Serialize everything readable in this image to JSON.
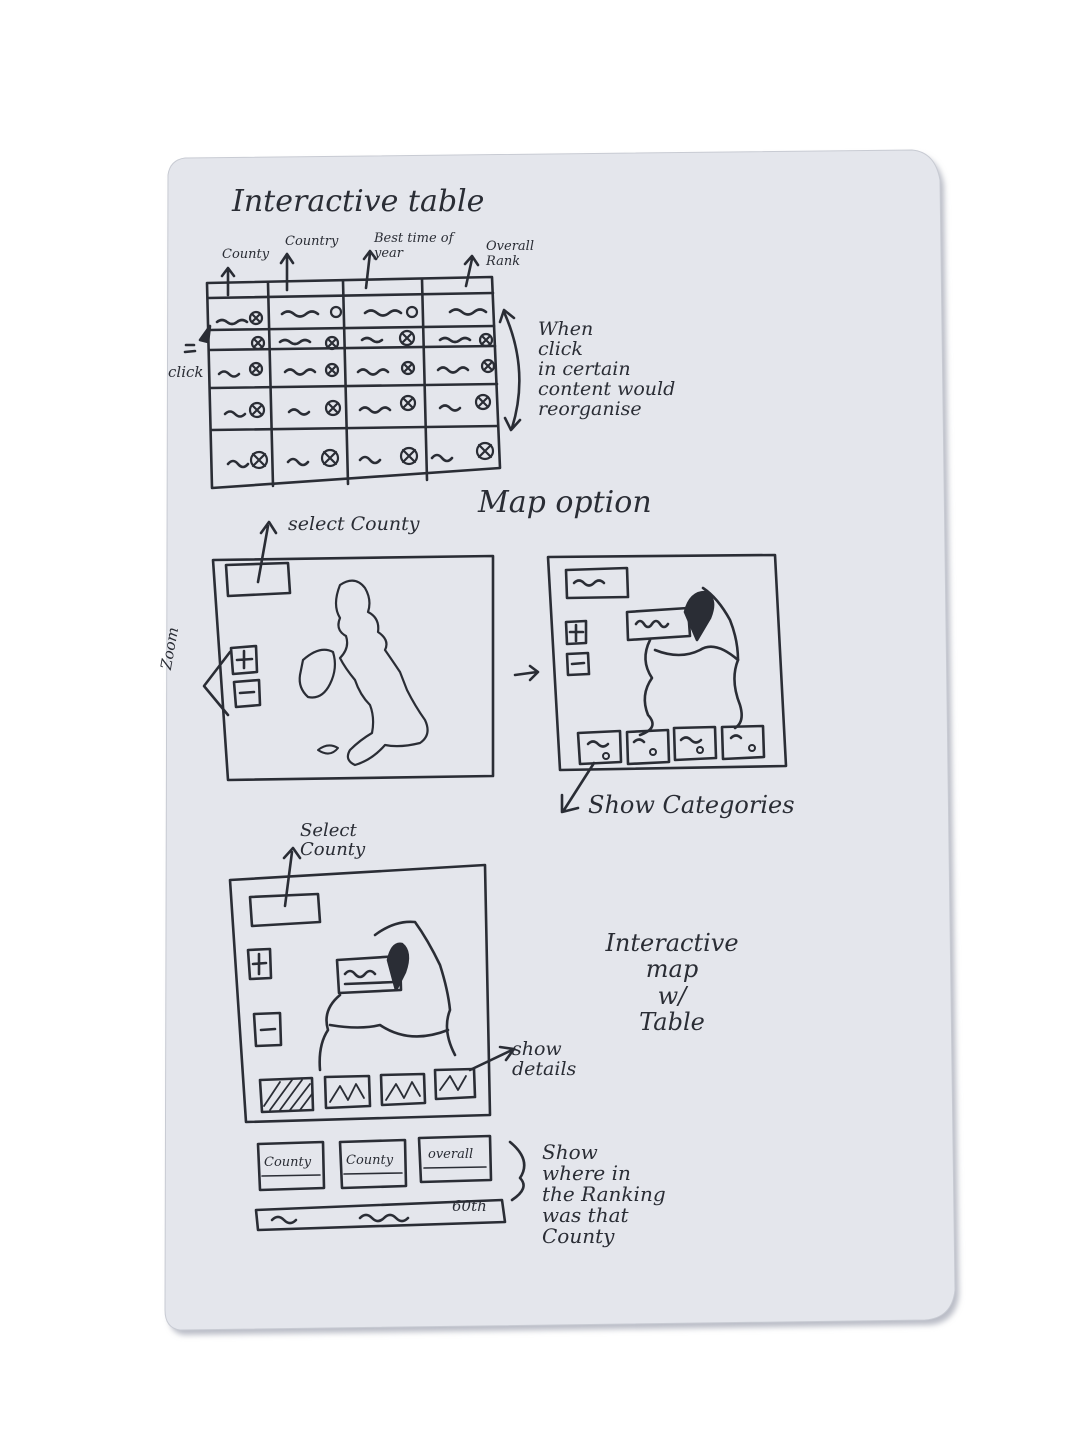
{
  "table_section": {
    "title": "Interactive table",
    "columns": [
      "County",
      "Country",
      "Best time of year",
      "Overall Rank"
    ],
    "click_label": "click",
    "note": [
      "When",
      "click",
      "in certain",
      "content would",
      "reorganise"
    ]
  },
  "map_section": {
    "title": "Map option",
    "select_label": "select County",
    "zoom_label": "Zoom",
    "plus": "+",
    "minus": "−",
    "categories_label": "Show Categories"
  },
  "map_table_section": {
    "select_label": [
      "Select",
      "County"
    ],
    "title": [
      "Interactive",
      "map",
      "w/",
      "Table"
    ],
    "details_label": [
      "show",
      "details"
    ],
    "plus": "+",
    "minus": "−",
    "tiles": [
      "County",
      "County",
      "overall"
    ],
    "rank_value": "60th",
    "ranking_note": [
      "Show",
      "where in",
      "the Ranking",
      "was that",
      "County"
    ]
  }
}
